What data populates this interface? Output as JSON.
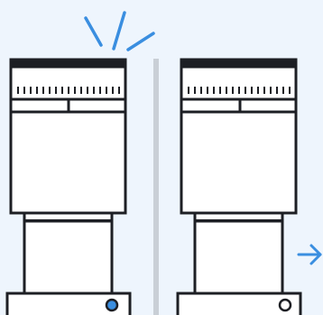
{
  "illustration": {
    "colors": {
      "background": "#eef5fd",
      "outline": "#1d1f24",
      "fill": "#ffffff",
      "divider": "#c9cfd6",
      "accent": "#3a8ee0",
      "active_indicator": "#3a8ee0",
      "inactive_indicator": "#ffffff"
    },
    "icons": {
      "left_burst": "sparkle-burst-icon",
      "right_arrow": "arrow-right-icon"
    },
    "devices": [
      {
        "name": "device-left",
        "indicator_state": "on"
      },
      {
        "name": "device-right",
        "indicator_state": "off"
      }
    ]
  }
}
